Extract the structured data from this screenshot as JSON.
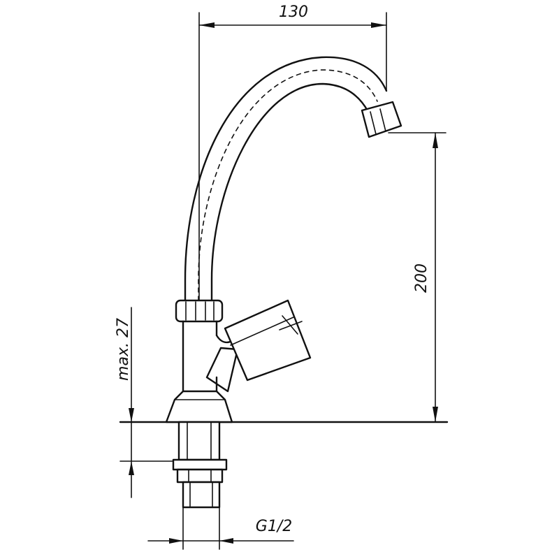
{
  "drawing": {
    "dimensions": {
      "width_label": "130",
      "height_label": "200",
      "thickness_label": "max. 27",
      "thread_label": "G1/2"
    },
    "colors": {
      "line": "#111111",
      "background": "#ffffff"
    }
  }
}
